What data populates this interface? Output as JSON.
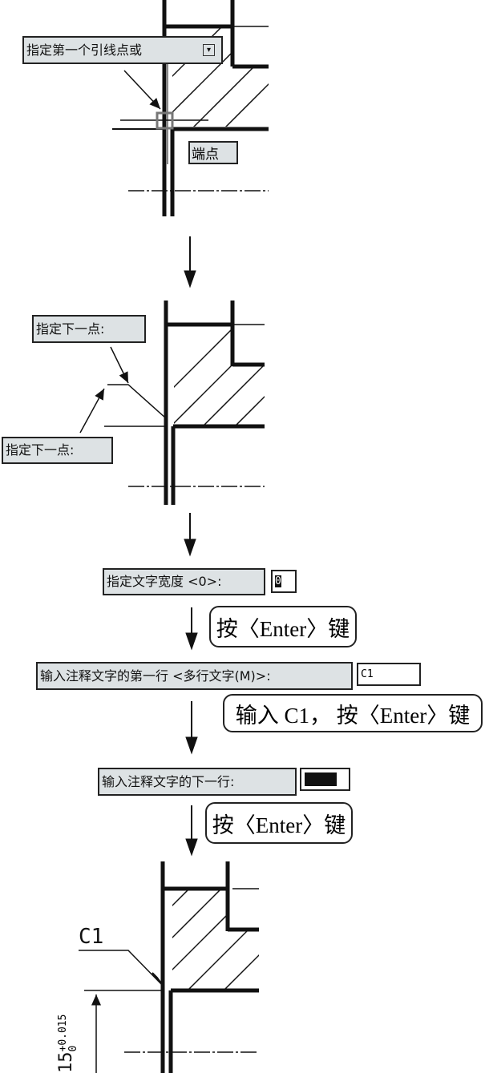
{
  "step1": {
    "prompt": "指定第一个引线点或",
    "menu_icon": "dropdown-arrow-icon",
    "snap_label": "端点"
  },
  "step2": {
    "prompt_upper": "指定下一点:",
    "prompt_lower": "指定下一点:"
  },
  "step3": {
    "prompt": "指定文字宽度 <0>:",
    "input_value": "0",
    "action": "按〈Enter〉键"
  },
  "step4": {
    "prompt": "输入注释文字的第一行 <多行文字(M)>:",
    "input_value": "C1",
    "action": "输入 C1， 按〈Enter〉键"
  },
  "step5": {
    "prompt": "输入注释文字的下一行:",
    "input_value": "",
    "action": "按〈Enter〉键"
  },
  "result": {
    "leader_text": "C1",
    "dimension_base": "15",
    "tolerance_upper": "+0.015",
    "tolerance_lower": "0"
  }
}
